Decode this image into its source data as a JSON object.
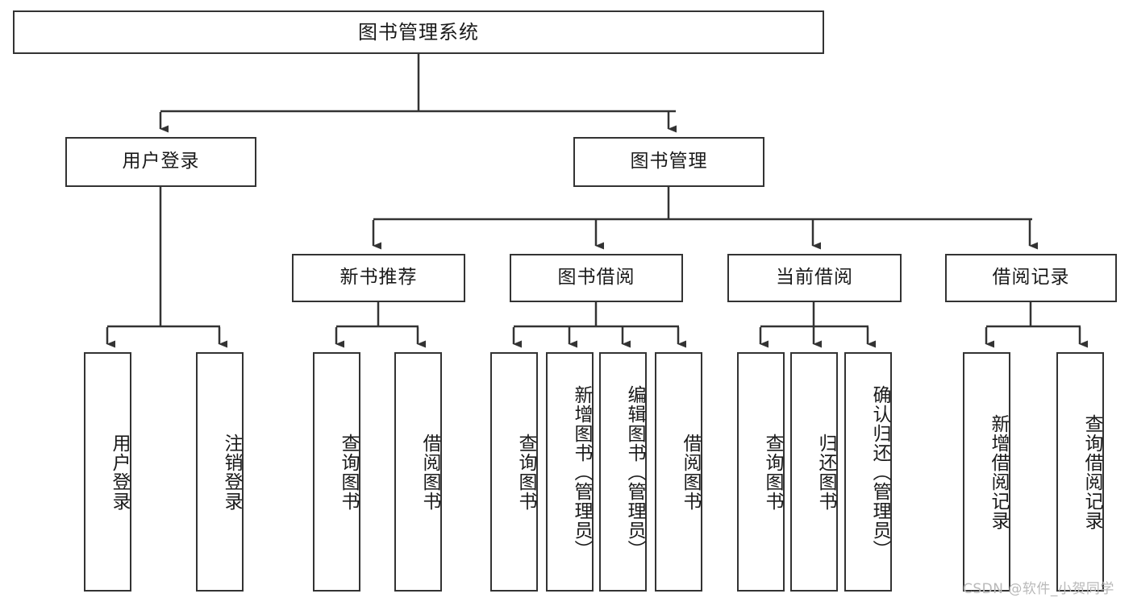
{
  "diagram": {
    "title": "图书管理系统",
    "type": "tree-hierarchy-chart",
    "watermark": "CSDN @软件_小贺同学",
    "colors": {
      "stroke": "#333333",
      "fill": "#ffffff",
      "text": "#1a1a1a",
      "watermark": "#b9b9b9"
    },
    "root": {
      "label": "图书管理系统"
    },
    "level2": [
      {
        "label": "用户登录"
      },
      {
        "label": "图书管理"
      }
    ],
    "level3": [
      {
        "label": "新书推荐"
      },
      {
        "label": "图书借阅"
      },
      {
        "label": "当前借阅"
      },
      {
        "label": "借阅记录"
      }
    ],
    "leaves": {
      "user_login": [
        {
          "label": "用户登录"
        },
        {
          "label": "注销登录"
        }
      ],
      "new_book": [
        {
          "label": "查询图书"
        },
        {
          "label": "借阅图书"
        }
      ],
      "book_borrow": [
        {
          "label": "查询图书"
        },
        {
          "label": "新增图书（管理员）"
        },
        {
          "label": "编辑图书（管理员）"
        },
        {
          "label": "借阅图书"
        }
      ],
      "current_borrow": [
        {
          "label": "查询图书"
        },
        {
          "label": "归还图书"
        },
        {
          "label": "确认归还（管理员）"
        }
      ],
      "borrow_record": [
        {
          "label": "新增借阅记录"
        },
        {
          "label": "查询借阅记录"
        }
      ]
    }
  }
}
